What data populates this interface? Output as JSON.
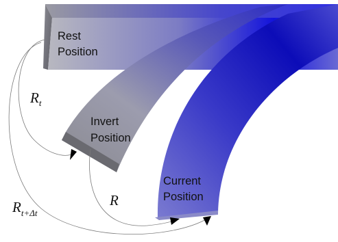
{
  "labels": {
    "rest_line1": "Rest",
    "rest_line2": "Position",
    "invert_line1": "Invert",
    "invert_line2": "Position",
    "current_line1": "Current",
    "current_line2": "Position"
  },
  "math": {
    "r_t_base": "R",
    "r_t_sub": "t",
    "r_base": "R",
    "r_tdt_base": "R",
    "r_tdt_sub": "t+Δt"
  },
  "colors": {
    "blue_deep": "#0a0ad6",
    "gray_light": "#b7b7bf",
    "gray_dark": "#6e6e74",
    "edge_gray": "#5a5a60",
    "arrow": "#000000"
  }
}
